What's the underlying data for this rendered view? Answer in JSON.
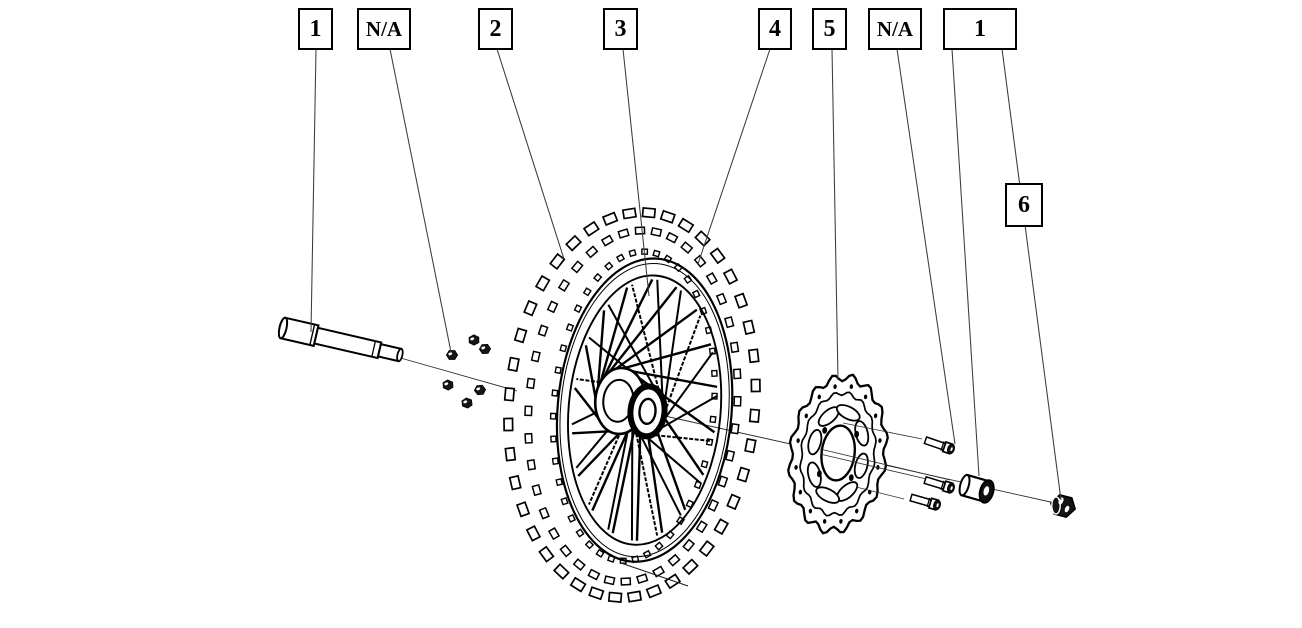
{
  "diagram": {
    "background_color": "#ffffff",
    "line_color": "#000000",
    "leader_color": "#3b3b3b",
    "callouts": [
      {
        "label": "1",
        "target": "front-axle"
      },
      {
        "label": "N/A",
        "target": "axle-nuts"
      },
      {
        "label": "2",
        "target": "tire"
      },
      {
        "label": "3",
        "target": "rim-and-spokes"
      },
      {
        "label": "4",
        "target": "rim-band"
      },
      {
        "label": "5",
        "target": "brake-disc"
      },
      {
        "label": "N/A",
        "target": "disc-bolts"
      },
      {
        "label": "1",
        "target": "axle-spacer"
      },
      {
        "label": "6",
        "target": "axle-nut"
      }
    ]
  }
}
